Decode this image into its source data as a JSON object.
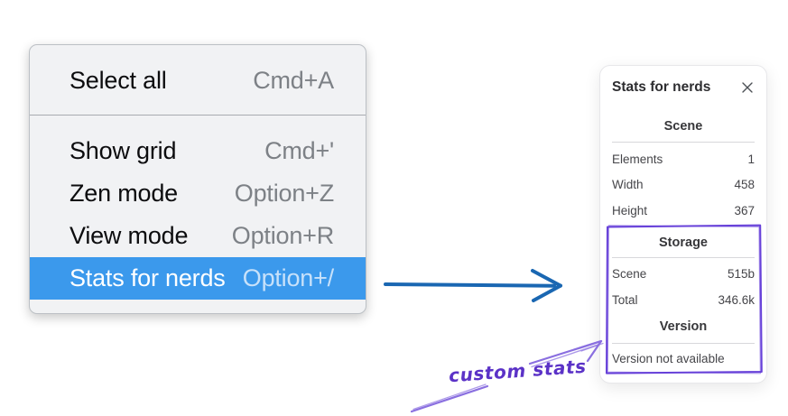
{
  "context_menu": {
    "groups": [
      {
        "items": [
          {
            "label": "Select all",
            "shortcut": "Cmd+A",
            "highlighted": false
          }
        ]
      },
      {
        "items": [
          {
            "label": "Show grid",
            "shortcut": "Cmd+'",
            "highlighted": false
          },
          {
            "label": "Zen mode",
            "shortcut": "Option+Z",
            "highlighted": false
          },
          {
            "label": "View mode",
            "shortcut": "Option+R",
            "highlighted": false
          },
          {
            "label": "Stats for nerds",
            "shortcut": "Option+/",
            "highlighted": true
          }
        ]
      }
    ],
    "highlight_color": "#3b99ec"
  },
  "stats_panel": {
    "title": "Stats for nerds",
    "close_icon": "x-icon",
    "sections": [
      {
        "heading": "Scene",
        "rows": [
          [
            "Elements",
            "1"
          ],
          [
            "Width",
            "458"
          ],
          [
            "Height",
            "367"
          ]
        ]
      },
      {
        "heading": "Storage",
        "rows": [
          [
            "Scene",
            "515b"
          ],
          [
            "Total",
            "346.6k"
          ]
        ]
      },
      {
        "heading": "Version",
        "note": "Version not available"
      }
    ]
  },
  "annotation": {
    "label": "custom stats",
    "label_color": "#5b32c7",
    "box_color": "#6741d9",
    "arrow_color": "#8a6fe0",
    "pointer_arrow_color": "#1a67b2"
  }
}
